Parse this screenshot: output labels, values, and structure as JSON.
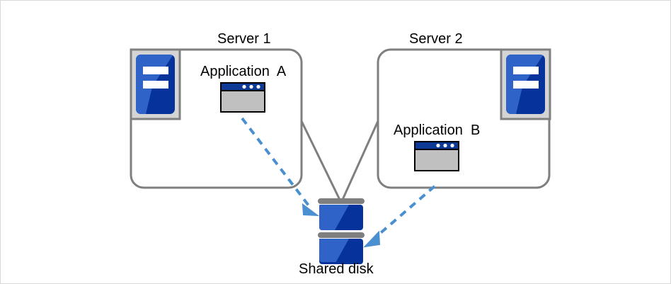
{
  "diagram": {
    "title_text": "",
    "colors": {
      "outer_border": "#d9d9d9",
      "background": "#ffffff",
      "box_stroke": "#7f7f7f",
      "connector_line": "#7f7f7f",
      "arrow_blue": "#4a8fd0",
      "icon_blue_light": "#2f63c8",
      "icon_blue_dark": "#06339b",
      "icon_tray_fill": "#d4d4d4",
      "icon_tray_stroke": "#7f7f7f",
      "window_titlebar": "#0c3a96",
      "window_body": "#c0c0c0",
      "window_stroke": "#000000",
      "disk_bar": "#7f7f7f",
      "text": "#000000"
    },
    "nodes": [
      {
        "id": "server-1",
        "label": "Server 1",
        "app_label": "Application  A",
        "icon": "server-icon",
        "app_icon": "application-window-icon"
      },
      {
        "id": "server-2",
        "label": "Server 2",
        "app_label": "Application  B",
        "icon": "server-icon",
        "app_icon": "application-window-icon"
      }
    ],
    "storage": {
      "id": "shared-disk",
      "label": "Shared disk",
      "icon": "disk-stack-icon",
      "units": 2
    },
    "connectors": [
      {
        "id": "server1-to-disk-link",
        "style": "solid",
        "color": "#7f7f7f"
      },
      {
        "id": "server2-to-disk-link",
        "style": "solid",
        "color": "#7f7f7f"
      },
      {
        "id": "appA-to-disk-access",
        "style": "dashed",
        "color": "#4a8fd0",
        "arrow": true
      },
      {
        "id": "appB-to-disk-access",
        "style": "dashed",
        "color": "#4a8fd0",
        "arrow": true
      }
    ]
  }
}
